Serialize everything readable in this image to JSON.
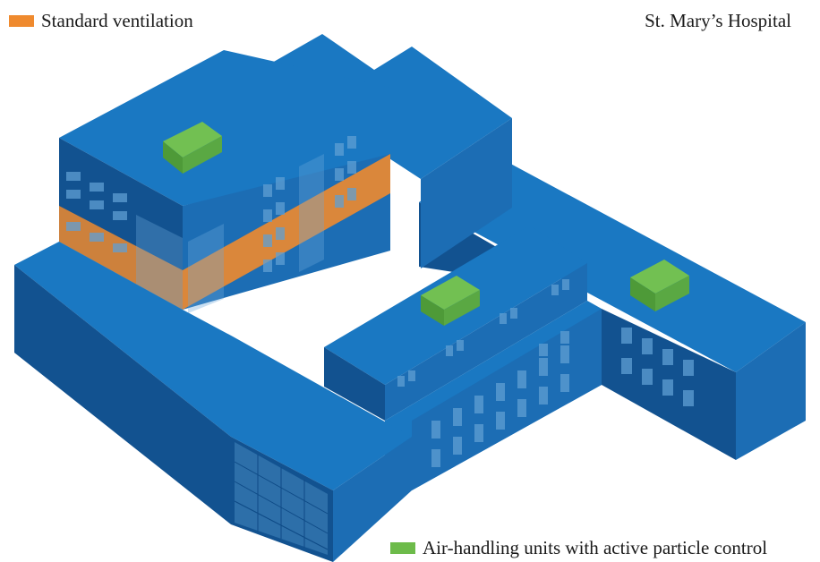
{
  "hospital_name": "St. Mary’s Hospital",
  "legend": {
    "standard_ventilation": {
      "label": "Standard ventilation",
      "color": "#ef8a2e"
    },
    "air_handling_units": {
      "label": "Air-handling units with active particle control",
      "color": "#6dbb4a"
    }
  },
  "colors": {
    "roof": "#1a78c2",
    "wall_light": "#1c6db4",
    "wall_dark": "#125290",
    "window": "#5f9fd3",
    "ventilation_band": "#ef8a2e",
    "ahu_top": "#72c052",
    "ahu_side": "#4e9a38"
  }
}
